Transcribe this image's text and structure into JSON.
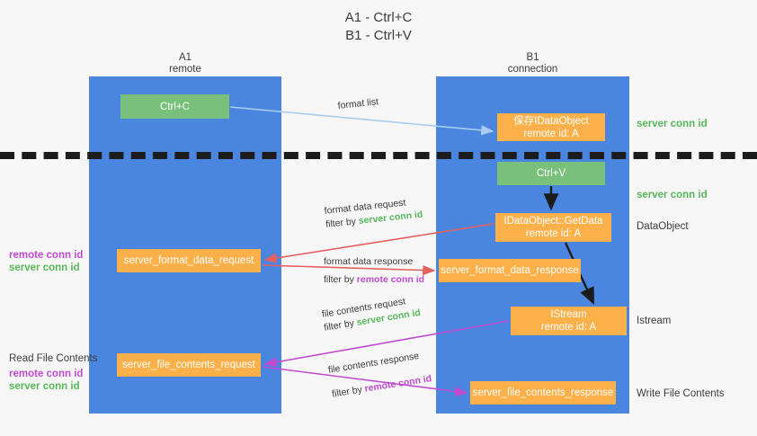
{
  "title": {
    "line1": "A1 - Ctrl+C",
    "line2": "B1 - Ctrl+V"
  },
  "columns": [
    {
      "id": "a1",
      "name": "A1",
      "role": "remote"
    },
    {
      "id": "b1",
      "name": "B1",
      "role": "connection"
    }
  ],
  "nodes": {
    "ctrl_c": {
      "line1": "Ctrl+C",
      "line2": "",
      "color": "#79c07a"
    },
    "save_idataobject": {
      "line1": "保存IDataObject",
      "line2": "remote id: A",
      "color": "#fcb04a"
    },
    "ctrl_v": {
      "line1": "Ctrl+V",
      "line2": "",
      "color": "#79c07a"
    },
    "get_data": {
      "line1": "IDataObject::GetData",
      "line2": "remote id: A",
      "color": "#fcb04a"
    },
    "server_format_data_request": {
      "line1": "server_format_data_request",
      "line2": "",
      "color": "#fcb04a"
    },
    "server_format_data_response": {
      "line1": "server_format_data_response",
      "line2": "",
      "color": "#fcb04a"
    },
    "istream": {
      "line1": "IStream",
      "line2": "remote id: A",
      "color": "#fcb04a"
    },
    "server_file_contents_request": {
      "line1": "server_file_contents_request",
      "line2": "",
      "color": "#fcb04a"
    },
    "server_file_contents_response": {
      "line1": "server_file_contents_response",
      "line2": "",
      "color": "#fcb04a"
    }
  },
  "arrow_labels": {
    "format_list": {
      "line1": "format list",
      "line2": "",
      "filter": ""
    },
    "format_data_request": {
      "line1": "format data request",
      "prefix": "filter by ",
      "filter": "server conn id",
      "filter_kind": "server"
    },
    "format_data_response": {
      "line1": "format data response",
      "prefix": "filter by ",
      "filter": "remote conn id",
      "filter_kind": "remote"
    },
    "file_contents_request": {
      "line1": "file contents request",
      "prefix": "filter by ",
      "filter": "server conn id",
      "filter_kind": "server"
    },
    "file_contents_response": {
      "line1": "file contents response",
      "prefix": "filter by ",
      "filter": "remote conn id",
      "filter_kind": "remote"
    }
  },
  "side_annotations": {
    "top_server_conn": "server conn id",
    "mid_server_conn": "server conn id",
    "data_object": "DataObject",
    "istream": "Istream",
    "write_file": "Write File Contents"
  },
  "left_annotations": {
    "format_block": {
      "remote": "remote conn id",
      "server": "server conn id"
    },
    "read_heading": "Read File Contents",
    "read_block": {
      "remote": "remote conn id",
      "server": "server conn id"
    }
  },
  "colors": {
    "lane": "#4a86e0",
    "green_node": "#79c07a",
    "orange_node": "#fcb04a",
    "server_conn": "#57b85a",
    "remote_conn": "#c04bd0",
    "red_arrow": "#e4605e",
    "magenta_arrow": "#c04bd0",
    "lightblue_arrow": "#a8cdf0",
    "black_arrow": "#1c1c1c",
    "background": "#f7f7f7"
  }
}
